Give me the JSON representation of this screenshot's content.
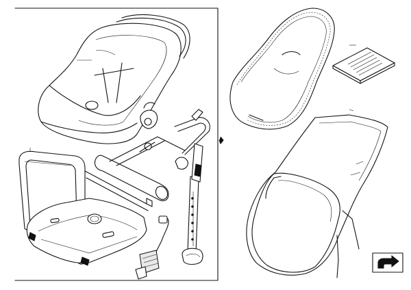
{
  "diagram": {
    "panels": [
      {
        "id": "child-seat-set"
      },
      {
        "id": "accessories"
      }
    ],
    "parts": [
      {
        "id": "infant-carrier",
        "leader": true
      },
      {
        "id": "isofix-base-frame",
        "leader": true
      },
      {
        "id": "carry-handle-bar",
        "leader": false
      },
      {
        "id": "support-leg",
        "leader": false
      },
      {
        "id": "seat-belt-buckle",
        "leader": false
      },
      {
        "id": "seat-cover-insert",
        "leader": false
      },
      {
        "id": "operating-manual",
        "leader": true
      },
      {
        "id": "footmuff",
        "leader": true
      }
    ],
    "colors": {
      "line": "#111111",
      "background": "#ffffff",
      "shade": "#e9e9e9"
    },
    "nav_icon": "return-arrow-icon"
  }
}
